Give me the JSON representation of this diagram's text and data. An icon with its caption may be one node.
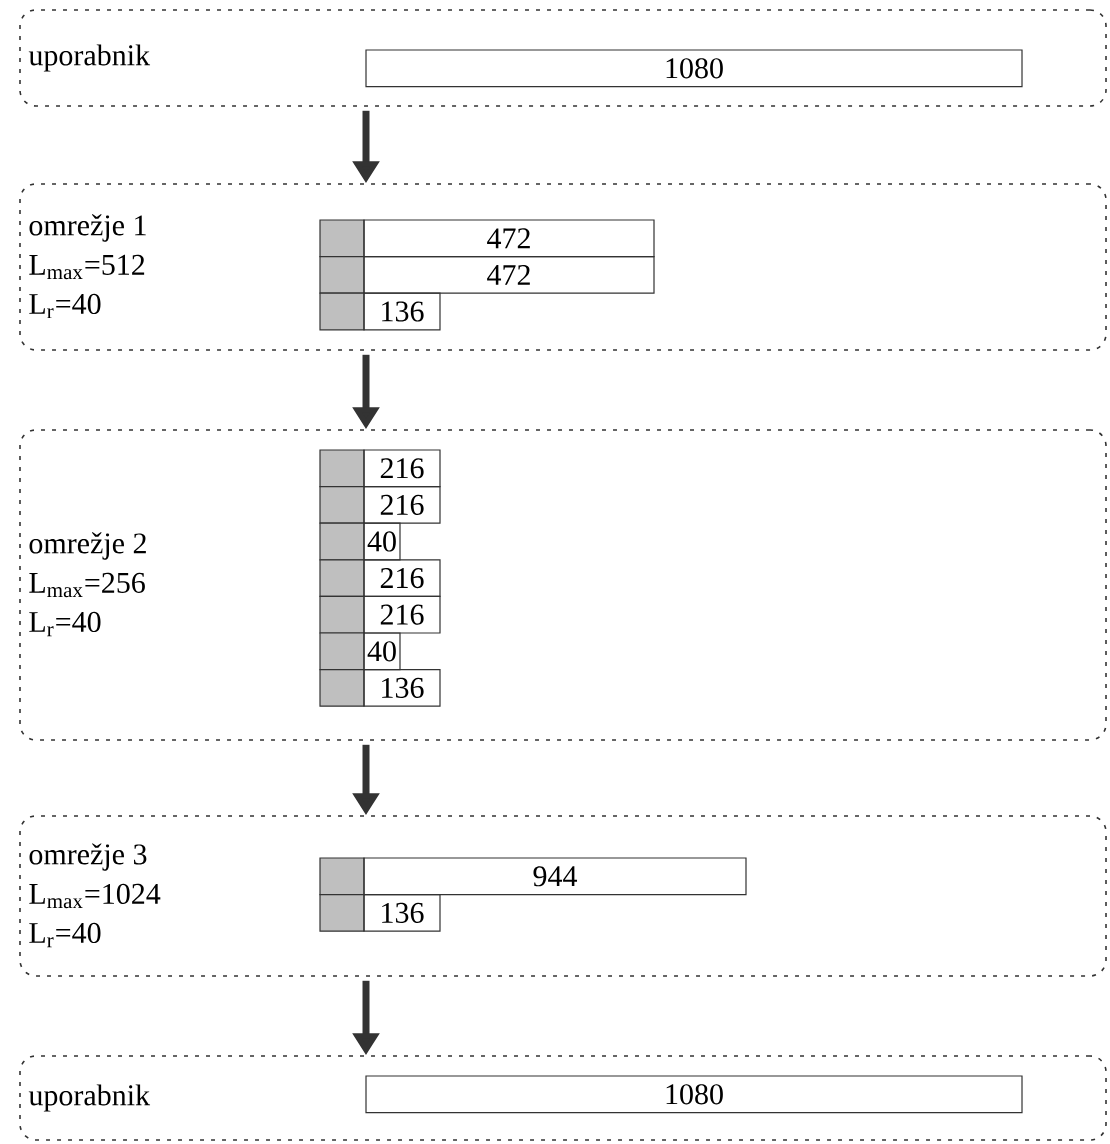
{
  "diagram": {
    "nodes": [
      {
        "text": [
          "uporabnik"
        ]
      },
      {
        "text": [
          "1080"
        ],
        "in": 0
      },
      {
        "text": [
          "omrežje 1",
          "L$_{max}$=512",
          "L$_{r}$=40"
        ]
      },
      {
        "text": [],
        "shape": "box",
        "in": 2
      },
      {
        "text": [
          "472"
        ],
        "in": 2
      },
      {
        "text": [],
        "shape": "box",
        "in": 2
      },
      {
        "text": [
          "472"
        ],
        "in": 2
      },
      {
        "text": [],
        "shape": "box",
        "in": 2
      },
      {
        "text": [
          "136"
        ],
        "in": 2
      },
      {
        "text": [
          "omrežje 2",
          "L$_{max}$=256",
          "L$_{r}$=40"
        ]
      },
      {
        "text": [],
        "shape": "box",
        "in": 9
      },
      {
        "text": [
          "216"
        ],
        "in": 9
      },
      {
        "text": [],
        "shape": "box",
        "in": 9
      },
      {
        "text": [
          "216"
        ],
        "in": 9
      },
      {
        "text": [],
        "shape": "box",
        "in": 9
      },
      {
        "text": [
          "40"
        ],
        "in": 9
      },
      {
        "text": [],
        "shape": "box",
        "in": 9
      },
      {
        "text": [
          "216"
        ],
        "in": 9
      },
      {
        "text": [],
        "shape": "box",
        "in": 9
      },
      {
        "text": [
          "216"
        ],
        "in": 9
      },
      {
        "text": [],
        "shape": "box",
        "in": 9
      },
      {
        "text": [
          "40"
        ],
        "in": 9
      },
      {
        "text": [],
        "shape": "box",
        "in": 9
      },
      {
        "text": [
          "136"
        ],
        "in": 9
      },
      {
        "text": [
          "omrežje 3",
          "L$_{max}$=1024",
          "L$_{r}$=40"
        ]
      },
      {
        "text": [],
        "shape": "box",
        "in": 24
      },
      {
        "text": [
          "944"
        ],
        "in": 24
      },
      {
        "text": [],
        "shape": "box",
        "in": 24
      },
      {
        "text": [
          "136"
        ],
        "in": 24
      },
      {
        "text": [
          "uporabnik"
        ]
      },
      {
        "text": [
          "1080"
        ],
        "in": 29
      }
    ],
    "edges": [
      {
        "from": 0,
        "to": 2,
        "arrow": "to"
      },
      {
        "from": 2,
        "to": 9,
        "arrow": "to"
      },
      {
        "from": 9,
        "to": 24,
        "arrow": "to"
      },
      {
        "from": 24,
        "to": 29,
        "arrow": "to"
      }
    ]
  }
}
